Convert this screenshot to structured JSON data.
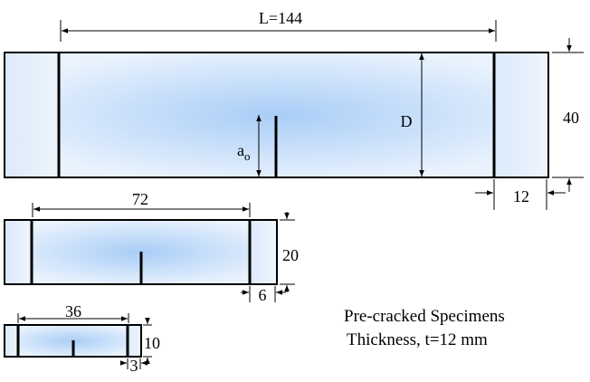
{
  "large": {
    "length_label": "L=144",
    "depth_label": "D",
    "crack_label": "a",
    "crack_subscript": "o",
    "height_label": "40",
    "support_label": "12"
  },
  "medium": {
    "length_label": "72",
    "height_label": "20",
    "support_label": "6"
  },
  "small": {
    "length_label": "36",
    "height_label": "10",
    "support_label": "3"
  },
  "caption": {
    "line1": "Pre-cracked Specimens",
    "line2": "Thickness, t=12 mm"
  },
  "colors": {
    "fill_center": "#a9cdf7",
    "fill_edge": "#eaf3fd"
  }
}
